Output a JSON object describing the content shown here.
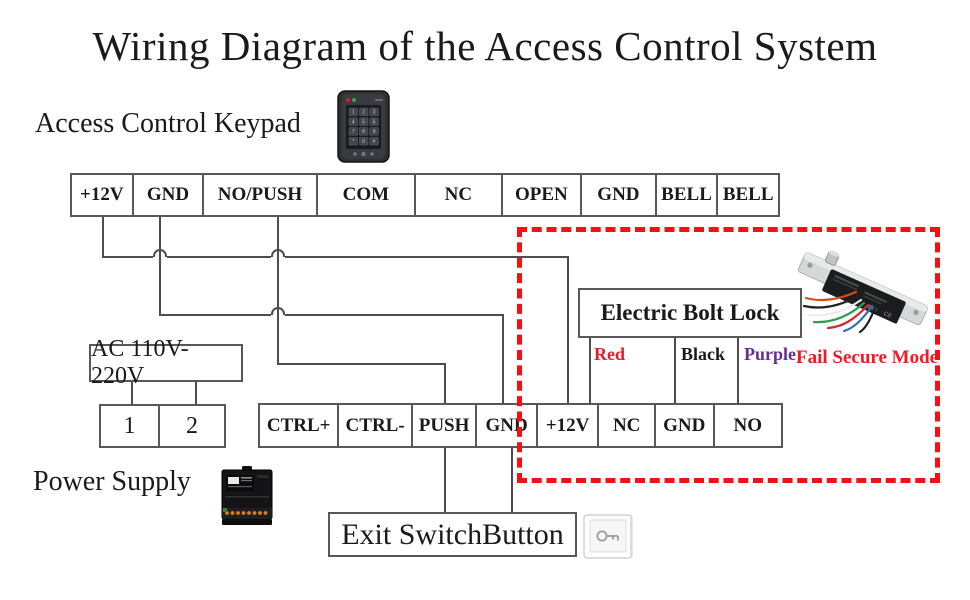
{
  "title": "Wiring Diagram of the Access Control System",
  "sections": {
    "keypad_label": "Access Control Keypad",
    "power_supply_label": "Power Supply",
    "ac_input_label": "AC 110V-220V",
    "exit_switch_label": "Exit SwitchButton",
    "bolt_lock_label": "Electric Bolt Lock",
    "fail_secure_label": "Fail Secure Mode"
  },
  "keypad_terminals": [
    "+12V",
    "GND",
    "NO/PUSH",
    "COM",
    "NC",
    "OPEN",
    "GND",
    "BELL",
    "BELL"
  ],
  "power_input_terminals": [
    "1",
    "2"
  ],
  "controller_terminals": [
    "CTRL+",
    "CTRL-",
    "PUSH",
    "GND",
    "+12V",
    "NC",
    "GND",
    "NO"
  ],
  "bolt_lock_wires": [
    {
      "label": "Red",
      "color": "#ed1c24"
    },
    {
      "label": "Black",
      "color": "#1a1a1a"
    },
    {
      "label": "Purple",
      "color": "#662d91"
    }
  ],
  "connections": [
    "Keypad +12V to controller +12V",
    "Keypad GND to controller GND",
    "Keypad NO/PUSH to controller PUSH",
    "AC 110V-220V to power input 1 and 2",
    "Controller PUSH and GND to Exit SwitchButton",
    "Electric Bolt Lock Red to +12V, Black to GND, Purple to NO"
  ],
  "colors": {
    "wire_line": "#4d4d50",
    "box_border": "#57585a",
    "dashed_border": "#f80f0f",
    "fail_secure_text": "#ed1c24",
    "purple_wire_text": "#662d91",
    "red_wire_text": "#ed1c24"
  }
}
